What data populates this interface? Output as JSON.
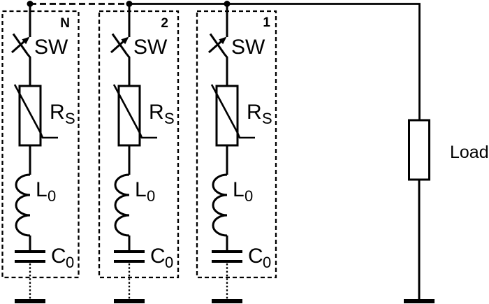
{
  "diagram": {
    "type": "circuit-schematic",
    "description": "Array of N switched RLC snubber modules in parallel feeding a load",
    "modules": [
      {
        "label": "N",
        "switch_label": "SW",
        "resistor_label": "R",
        "resistor_sub": "S",
        "inductor_label": "L",
        "inductor_sub": "0",
        "capacitor_label": "C",
        "capacitor_sub": "0"
      },
      {
        "label": "2",
        "switch_label": "SW",
        "resistor_label": "R",
        "resistor_sub": "S",
        "inductor_label": "L",
        "inductor_sub": "0",
        "capacitor_label": "C",
        "capacitor_sub": "0"
      },
      {
        "label": "1",
        "switch_label": "SW",
        "resistor_label": "R",
        "resistor_sub": "S",
        "inductor_label": "L",
        "inductor_sub": "0",
        "capacitor_label": "C",
        "capacitor_sub": "0"
      }
    ],
    "load_label": "Load",
    "colors": {
      "line": "#000000",
      "background": "#ffffff"
    }
  }
}
